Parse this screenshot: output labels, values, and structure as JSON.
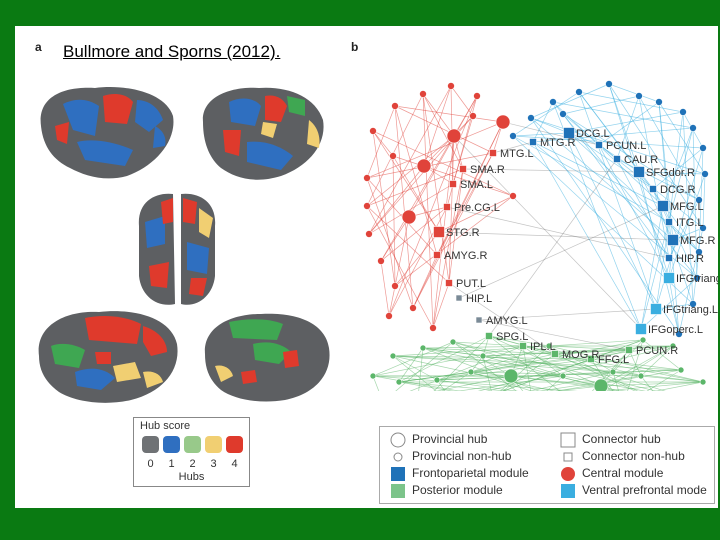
{
  "caption": "Bullmore and Sporns (2012).",
  "panel_a": {
    "letter": "a"
  },
  "panel_b": {
    "letter": "b"
  },
  "hub_key": {
    "title": "Hub score",
    "scores": [
      {
        "label": "0",
        "color": "#6f7275"
      },
      {
        "label": "1",
        "color": "#2f6fc0"
      },
      {
        "label": "2",
        "color": "#98c98a"
      },
      {
        "label": "3",
        "color": "#f1cf72"
      },
      {
        "label": "4",
        "color": "#df3a2c"
      }
    ],
    "axis_label": "Hubs"
  },
  "colors": {
    "central": "#e0433a",
    "frontoparietal": "#1f72b8",
    "ventral_prefrontal": "#3aaee0",
    "posterior": "#5cb66a",
    "connector": "#7a8a96",
    "brain": "#5d5f62"
  },
  "network_labels": {
    "central": [
      "MTG.L",
      "SMA.R",
      "SMA.L",
      "Pre.CG.L",
      "STG.R",
      "AMYG.R",
      "PUT.L"
    ],
    "connector": [
      "HIP.L",
      "AMYG.L"
    ],
    "frontoparietal": [
      "MTG.R",
      "DCG.L",
      "PCUN.L",
      "CAU.R",
      "SFGdor.R",
      "DCG.R",
      "MFG.L",
      "ITG.L",
      "MFG.R",
      "HIP.R"
    ],
    "ventral": [
      "IFGtriang",
      "IFGtriang.L",
      "IFGoperc.L"
    ],
    "posterior": [
      "SPG.L",
      "IPL.L",
      "MOG.R",
      "FFG.L",
      "PCUN.R"
    ]
  },
  "legend": {
    "provincial_hub": "Provincial hub",
    "provincial_nonhub": "Provincial non-hub",
    "frontoparietal": "Frontoparietal module",
    "posterior": "Posterior module",
    "connector_hub": "Connector hub",
    "connector_nonhub": "Connector non-hub",
    "central": "Central module",
    "ventral_prefrontal": "Ventral prefrontal mode"
  }
}
